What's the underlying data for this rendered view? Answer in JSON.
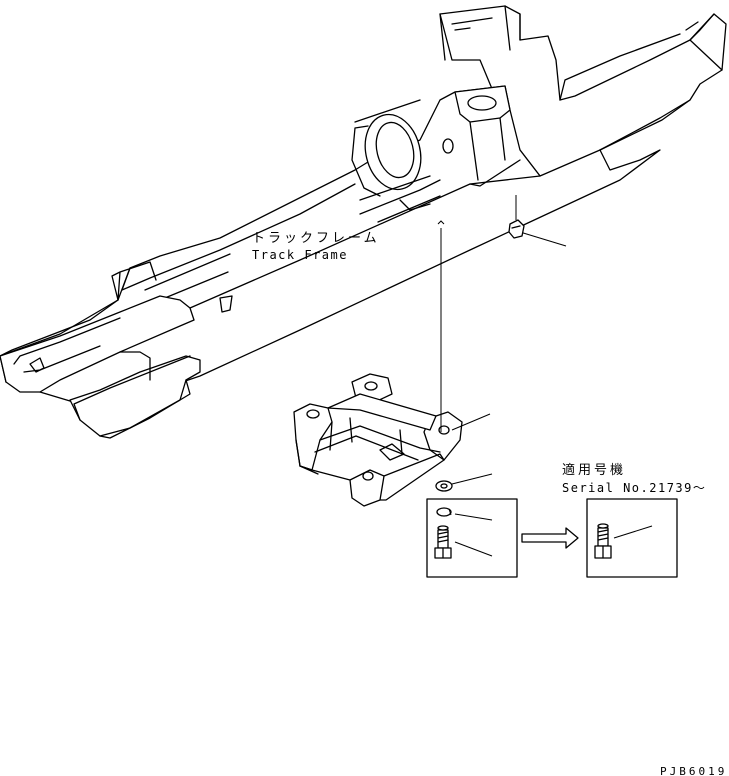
{
  "labels": {
    "track_frame_jp": "トラックフレーム",
    "track_frame_en": "Track Frame",
    "serial_heading_jp": "適用号機",
    "serial_range": "Serial No.21739～",
    "drawing_code": "PJB6019"
  },
  "colors": {
    "line": "#000000",
    "background": "#ffffff"
  },
  "icons": {
    "bolt": "hex-bolt-icon",
    "lock_washer": "split-lock-washer-icon",
    "flat_washer": "flat-washer-icon",
    "arrow": "right-arrow-icon"
  }
}
